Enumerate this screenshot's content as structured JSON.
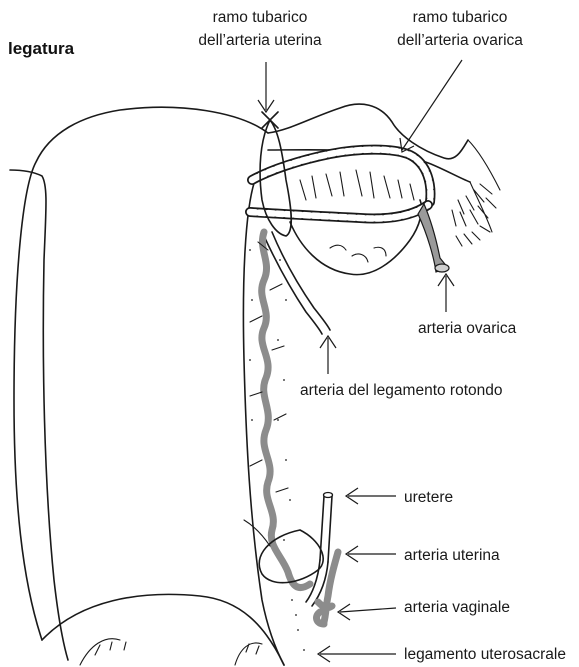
{
  "labels": {
    "ligation": "legatura",
    "tubal_uterine_line1": "ramo tubarico",
    "tubal_uterine_line2": "dell’arteria uterina",
    "tubal_ovarian_line1": "ramo tubarico",
    "tubal_ovarian_line2": "dell’arteria ovarica",
    "ovarian_artery": "arteria ovarica",
    "round_ligament_artery": "arteria del legamento rotondo",
    "ureter": "uretere",
    "uterine_artery": "arteria uterina",
    "vaginal_artery": "arteria vaginale",
    "uterosacral_ligament": "legamento uterosacrale"
  },
  "colors": {
    "ink": "#1a1a1a",
    "vessel_gray": "#8c8c8c",
    "background": "#ffffff"
  }
}
